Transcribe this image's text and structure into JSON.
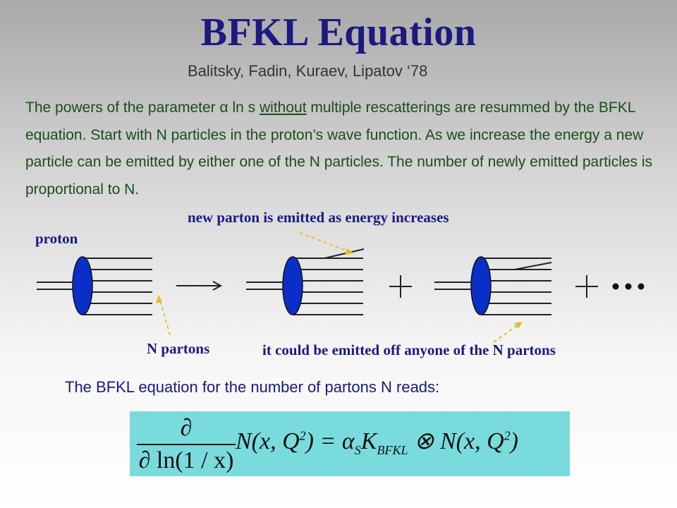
{
  "title": "BFKL Equation",
  "subtitle": "Balitsky, Fadin, Kuraev, Lipatov  ‘78",
  "paragraph": {
    "part1": "The powers of the parameter ",
    "alpha": "α",
    "part2": " ln s ",
    "underlined": "without",
    "part3": " multiple rescatterings are resummed by the BFKL equation.  Start with N particles in the proton’s wave function. As we increase the energy a new particle can be emitted by either one of the N particles. The number of newly emitted particles is proportional to N."
  },
  "diagram": {
    "proton_label": "proton",
    "new_parton_label": "new parton is emitted as energy increases",
    "n_partons_label": "N  partons",
    "emitted_off_label": "it could be emitted off anyone of the N partons",
    "plus_symbol": "+",
    "ellipsis": "•••",
    "colors": {
      "ellipse": "#0a2ec8",
      "arrow": "#e0c020",
      "label": "#1a1a80"
    }
  },
  "equation_intro": "The BFKL equation for the number of partons N reads:",
  "equation": {
    "numerator": "∂",
    "denominator": "∂ ln(1 / x)",
    "rhs_left": "N(x, Q",
    "sq": "2",
    "rhs_eq": ") = α",
    "s_sub": "S",
    "k": "K",
    "k_sub": "BFKL",
    "otimes": " ⊗ N(x, Q",
    "close": ")",
    "box_color": "#79dbdc"
  }
}
